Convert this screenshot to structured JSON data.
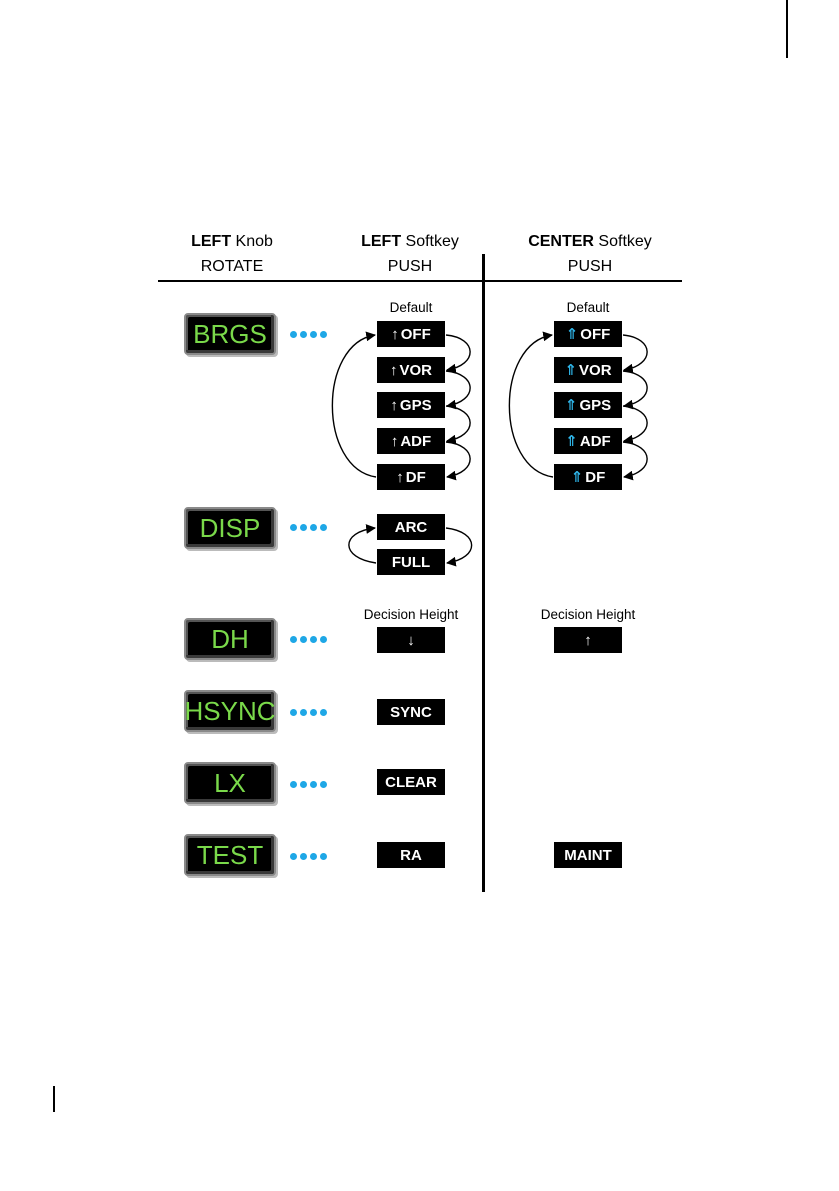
{
  "headers": {
    "left_knob": {
      "bold": "LEFT",
      "rest": " Knob",
      "action": "ROTATE"
    },
    "left_softkey": {
      "bold": "LEFT",
      "rest": " Softkey",
      "action": "PUSH"
    },
    "center_softkey": {
      "bold": "CENTER",
      "rest": " Softkey",
      "action": "PUSH"
    }
  },
  "labels": {
    "default_left": "Default",
    "default_center": "Default",
    "decision_height_left": "Decision Height",
    "decision_height_center": "Decision Height"
  },
  "modes": {
    "brgs": "BRGS",
    "disp": "DISP",
    "dh": "DH",
    "hsync": "HSYNC",
    "lx": "LX",
    "test": "TEST"
  },
  "left_softkeys": {
    "brgs": [
      "OFF",
      "VOR",
      "GPS",
      "ADF",
      "DF"
    ],
    "disp": [
      "ARC",
      "FULL"
    ],
    "dh_symbol": "↓",
    "hsync": "SYNC",
    "lx": "CLEAR",
    "test": "RA"
  },
  "center_softkeys": {
    "brgs": [
      "OFF",
      "VOR",
      "GPS",
      "ADF",
      "DF"
    ],
    "dh_symbol": "↑",
    "test": "MAINT"
  },
  "icons": {
    "single_pointer": "single-arrow-up-icon",
    "double_pointer": "double-arrow-up-icon"
  },
  "colors": {
    "mode_text": "#7ad94a",
    "dots": "#1ea7e6",
    "double_pointer": "#2fb6ea"
  }
}
